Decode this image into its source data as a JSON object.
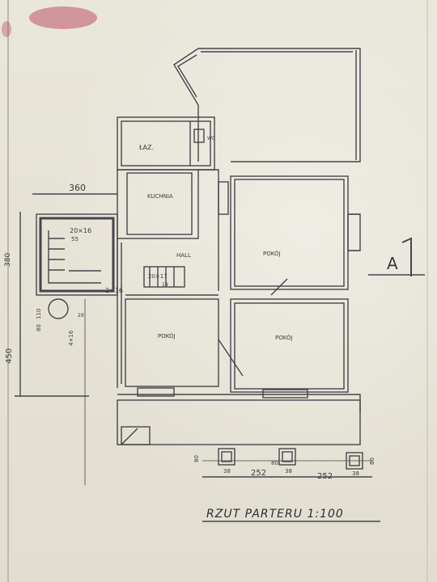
{
  "rooms": {
    "lazienka": "ŁAZ.",
    "wc": "WC",
    "kuchnia": "KUCHNIA",
    "hall": "HALL",
    "pokoj_top_right": "POKÓJ",
    "pokoj_bottom_left": "POKÓJ",
    "pokoj_bottom_right": "POKÓJ"
  },
  "dimensions": {
    "width_360": "360",
    "v_380": "380",
    "v_110": "110",
    "v_80": "80",
    "v_450": "450",
    "stair_top": "20×16",
    "stair_top_sub": "55",
    "stair_mid": "20×17",
    "stair_mid_sub": "19",
    "stair_2x16": "2×16",
    "stair_4x16": "4×16",
    "stair_h29": "29",
    "pier_80_left": "80",
    "pier_80_mid": "80",
    "pier_38_a": "38",
    "pier_38_b": "38",
    "pier_38_c": "38",
    "span_252_a": "252",
    "span_252_b": "252",
    "pier_80_right": "80"
  },
  "section_marker": "A",
  "title": "RZUT PARTERU 1:100",
  "colors": {
    "paper": "#e7e3d6",
    "ink": "#3b3b40",
    "stain": "#b4324f"
  }
}
